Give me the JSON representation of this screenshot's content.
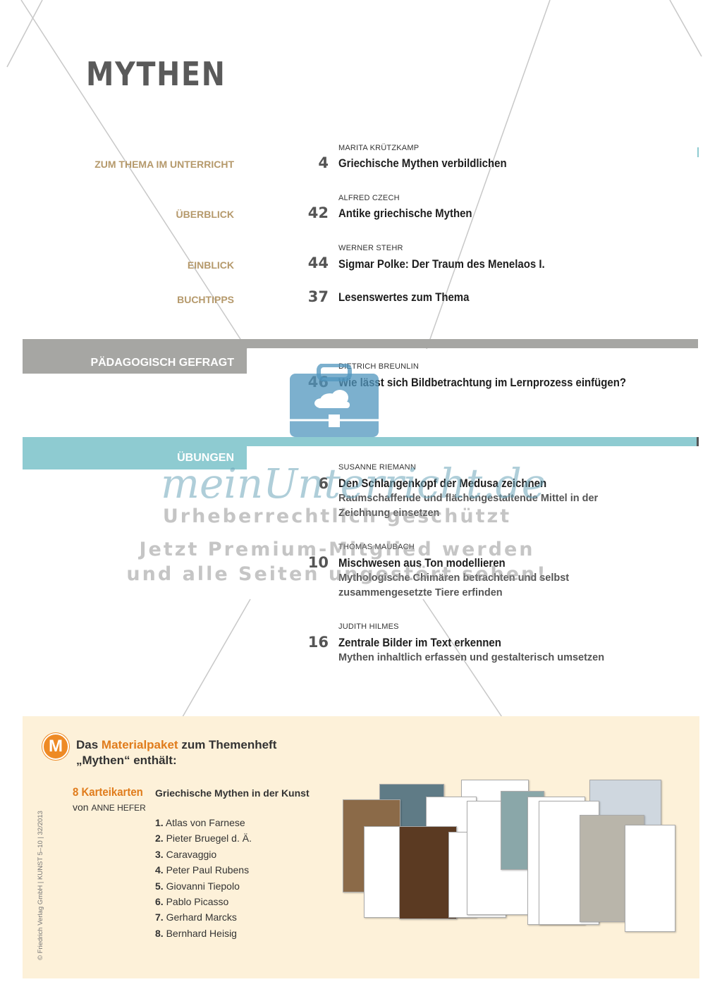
{
  "title": "MYTHEN",
  "sections": [
    {
      "label": "ZUM THEMA IM UNTERRICHT",
      "page": "4",
      "author": "MARITA KRÜTZKAMP",
      "title": "Griechische Mythen verbildlichen"
    },
    {
      "label": "ÜBERBLICK",
      "page": "42",
      "author": "ALFRED CZECH",
      "title": "Antike griechische Mythen"
    },
    {
      "label": "EINBLICK",
      "page": "44",
      "author": "WERNER STEHR",
      "title": "Sigmar Polke: Der Traum des Menelaos I."
    },
    {
      "label": "BUCHTIPPS",
      "page": "37",
      "author": "",
      "title": "Lesenswertes zum Thema"
    }
  ],
  "paedagogisch": {
    "label": "PÄDAGOGISCH GEFRAGT",
    "page": "46",
    "author": "DIETRICH BREUNLIN",
    "title": "Wie lässt sich Bildbetrachtung im Lernprozess einfügen?"
  },
  "uebungen": {
    "label": "ÜBUNGEN",
    "items": [
      {
        "page": "6",
        "author": "SUSANNE RIEMANN",
        "title": "Den Schlangenkopf der Medusa zeichnen",
        "subtitle": "Raumschaffende und flächengestaltende Mittel in der Zeichnung einsetzen"
      },
      {
        "page": "10",
        "author": "THOMAS MAUBACH",
        "title": "Mischwesen aus Ton modellieren",
        "subtitle": "Mythologische Chimären betrachten und selbst zusammengesetzte Tiere erfinden"
      },
      {
        "page": "16",
        "author": "JUDITH HILMES",
        "title": "Zentrale Bilder im Text erkennen",
        "subtitle": "Mythen inhaltlich erfassen und gestalterisch umsetzen"
      }
    ]
  },
  "watermark": {
    "brand": "meinUnterricht.de",
    "line1": "Urheberrechtlich geschützt",
    "line2": "Jetzt Premium-Mitglied werden",
    "line3": "und alle Seiten ungestört sehen!"
  },
  "material": {
    "badge": "M",
    "headline_pre": "Das ",
    "headline_highlight": "Materialpaket",
    "headline_post": " zum Themenheft",
    "headline_line2": "„Mythen“ enthält:",
    "cards_label": "8 Karteikarten",
    "cards_title": "Griechische Mythen in der Kunst",
    "by_prefix": "von",
    "by_name": "ANNE HEFER",
    "list": [
      {
        "n": "1.",
        "t": "Atlas von Farnese"
      },
      {
        "n": "2.",
        "t": "Pieter Bruegel d. Ä."
      },
      {
        "n": "3.",
        "t": "Caravaggio"
      },
      {
        "n": "4.",
        "t": "Peter Paul Rubens"
      },
      {
        "n": "5.",
        "t": "Giovanni Tiepolo"
      },
      {
        "n": "6.",
        "t": "Pablo Picasso"
      },
      {
        "n": "7.",
        "t": "Gerhard Marcks"
      },
      {
        "n": "8.",
        "t": "Bernhard Heisig"
      }
    ]
  },
  "sidebar_text": "© Friedrich Verlag GmbH  |  KUNST 5–10 | 32/2013",
  "colors": {
    "gold": "#b5996b",
    "gray_band": "#a6a6a3",
    "teal_band": "#8ecbd1",
    "orange": "#e07c1c",
    "box_bg": "#fdf1d9"
  }
}
